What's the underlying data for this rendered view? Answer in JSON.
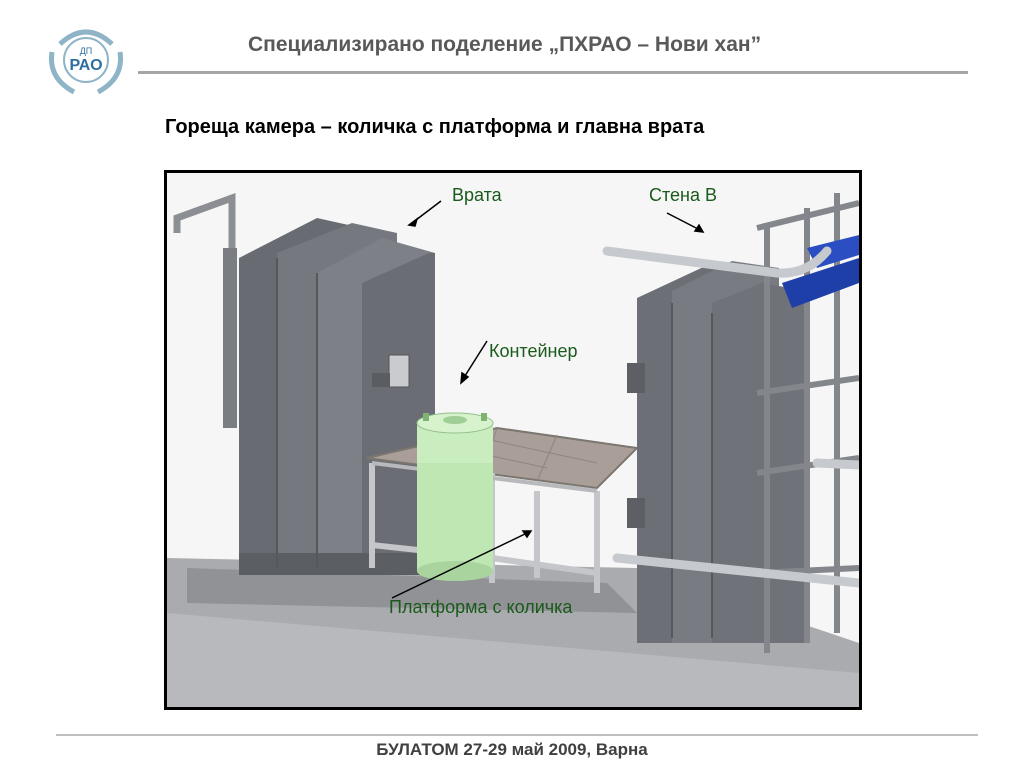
{
  "header": {
    "title": "Специализирано поделение „ПХРАО – Нови хан”",
    "logo_text_top": "ДП",
    "logo_text_main": "РАО"
  },
  "slide": {
    "title": "Гореща камера – количка с платформа и главна врата"
  },
  "figure": {
    "labels": {
      "door": "Врата",
      "wall": "Стена В",
      "container": "Контейнер",
      "platform": "Платформа с количка"
    },
    "colors": {
      "steel": "#6f7278",
      "container": "#bfe7b4",
      "blue_beam": "#1f3fa8",
      "floor": "#a9abae",
      "label_text": "#1a5a1a"
    }
  },
  "footer": {
    "text": "БУЛАТОМ 27-29 май 2009, Варна"
  }
}
